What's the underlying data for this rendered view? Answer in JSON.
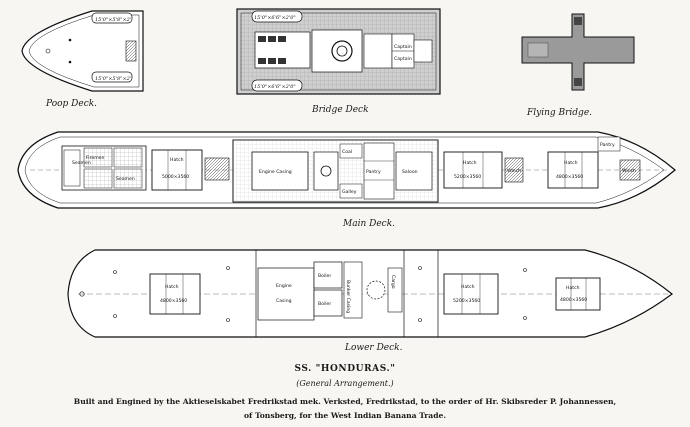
{
  "deck_labels": {
    "poop": "Poop Deck.",
    "bridge": "Bridge Deck",
    "flying": "Flying Bridge.",
    "main": "Main Deck.",
    "lower": "Lower Deck."
  },
  "dimensions": {
    "poop_upper": "15'0\"×5'8\"×2'",
    "poop_lower": "15'0\"×5'8\"×2'",
    "bridge_upper": "15'0\"×6'6\"×2'0\"",
    "bridge_lower": "15'0\"×6'6\"×2'0\""
  },
  "room_labels": {
    "captain": "Captain",
    "engine_casing": "Engine Casing",
    "saloon": "Saloon",
    "hatch": "Hatch",
    "seamen": "Seamen",
    "firemen": "Firemen",
    "pantry": "Pantry",
    "coal": "Coal",
    "galley": "Galley",
    "winch": "Winch",
    "boiler": "Boiler",
    "engine": "Engine",
    "casing": "Casing",
    "bunker": "Bunker Casing",
    "cargo": "Cargo",
    "hatch_size_a": "5000×3560",
    "hatch_size_b": "5200×3560",
    "hatch_size_c": "4800×3560"
  },
  "caption": {
    "title": "SS. \"HONDURAS.\"",
    "subtitle": "(General Arrangement.)",
    "line1": "Built and Engined by the Aktieselskabet Fredrikstad mek. Verksted, Fredrikstad, to the order of Hr. Skibsreder P. Johannessen,",
    "line2": "of Tonsberg, for the West Indian Banana Trade."
  }
}
